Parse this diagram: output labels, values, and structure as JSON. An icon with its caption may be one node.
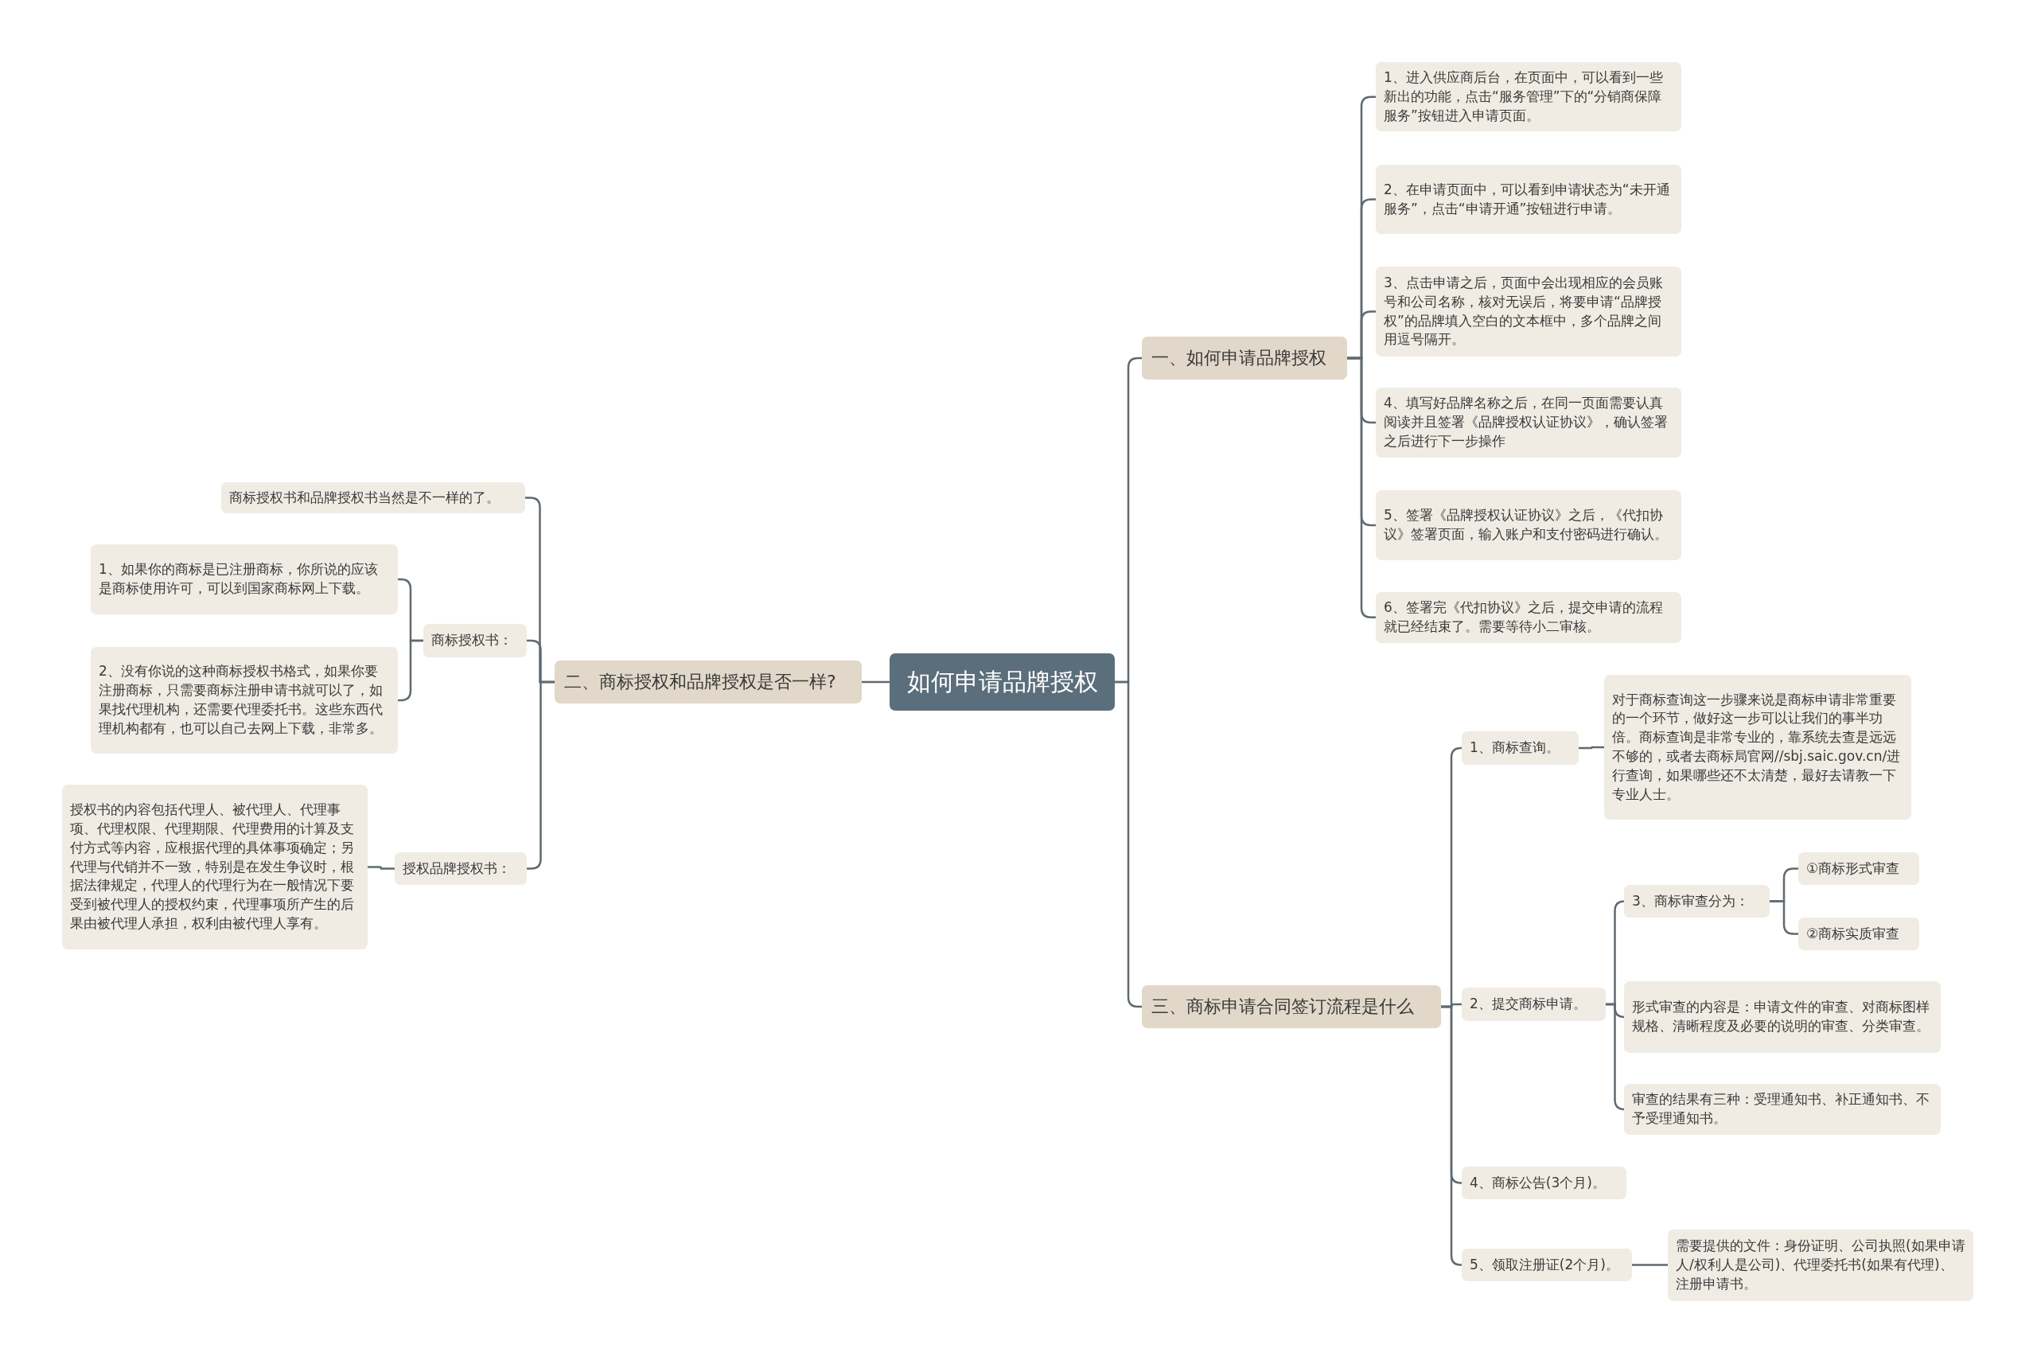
{
  "diagram": {
    "nodes": [
      {
        "text": [
          "如何申请品牌授权"
        ]
      },
      {
        "text": [
          "一、如何申请品牌授权"
        ]
      },
      {
        "text": [
          "1、进入供应商后台，在页面中，可以看到一些新出的功能，点击“服务管理”下的“分销商保障服务”按钮进入申请页面。"
        ]
      },
      {
        "text": [
          "2、在申请页面中，可以看到申请状态为“未开通服务”，点击“申请开通”按钮进行申请。"
        ]
      },
      {
        "text": [
          "3、点击申请之后，页面中会出现相应的会员账号和公司名称，核对无误后，将要申请“品牌授权”的品牌填入空白的文本框中，多个品牌之间用逗号隔开。"
        ]
      },
      {
        "text": [
          "4、填写好品牌名称之后，在同一页面需要认真阅读并且签署《品牌授权认证协议》，确认签署之后进行下一步操作"
        ]
      },
      {
        "text": [
          "5、签署《品牌授权认证协议》之后，《代扣协议》签署页面，输入账户和支付密码进行确认。"
        ]
      },
      {
        "text": [
          "6、签署完《代扣协议》之后，提交申请的流程就已经结束了。需要等待小二审核。"
        ]
      },
      {
        "text": [
          "二、商标授权和品牌授权是否一样?"
        ]
      },
      {
        "text": [
          "商标授权书和品牌授权书当然是不一样的了。"
        ]
      },
      {
        "text": [
          "商标授权书："
        ]
      },
      {
        "text": [
          "1、如果你的商标是已注册商标，你所说的应该是商标使用许可，可以到国家商标网上下载。"
        ]
      },
      {
        "text": [
          "2、没有你说的这种商标授权书格式，如果你要注册商标，只需要商标注册申请书就可以了，如果找代理机构，还需要代理委托书。这些东西代理机构都有，也可以自己去网上下载，非常多。"
        ]
      },
      {
        "text": [
          "授权品牌授权书："
        ]
      },
      {
        "text": [
          "授权书的内容包括代理人、被代理人、代理事项、代理权限、代理期限、代理费用的计算及支付方式等内容，应根据代理的具体事项确定；另代理与代销并不一致，特别是在发生争议时，根据法律规定，代理人的代理行为在一般情况下要受到被代理人的授权约束，代理事项所产生的后果由被代理人承担，权利由被代理人享有。"
        ]
      },
      {
        "text": [
          "三、商标申请合同签订流程是什么"
        ]
      },
      {
        "text": [
          "1、商标查询。"
        ]
      },
      {
        "text": [
          "对于商标查询这一步骤来说是商标申请非常重要的一个环节，做好这一步可以让我们的事半功倍。商标查询是非常专业的，靠系统去查是远远不够的，或者去商标局官网//sbj.saic.gov.cn/进行查询，如果哪些还不太清楚，最好去请教一下专业人士。"
        ]
      },
      {
        "text": [
          "2、提交商标申请。"
        ]
      },
      {
        "text": [
          "3、商标审查分为："
        ]
      },
      {
        "text": [
          "①商标形式审查"
        ]
      },
      {
        "text": [
          "②商标实质审查"
        ]
      },
      {
        "text": [
          "形式审查的内容是：申请文件的审查、对商标图样规格、清晰程度及必要的说明的审查、分类审查。"
        ]
      },
      {
        "text": [
          "审查的结果有三种：受理通知书、补正通知书、不予受理通知书。"
        ]
      },
      {
        "text": [
          "4、商标公告(3个月)。"
        ]
      },
      {
        "text": [
          "5、领取注册证(2个月)。"
        ]
      },
      {
        "text": [
          "需要提供的文件：身份证明、公司执照(如果申请人/权利人是公司)、代理委托书(如果有代理)、注册申请书。"
        ]
      }
    ],
    "edges": [
      {
        "from": 0,
        "to": 1,
        "arrow": "none"
      },
      {
        "from": 1,
        "to": 2,
        "arrow": "none"
      },
      {
        "from": 1,
        "to": 3,
        "arrow": "none"
      },
      {
        "from": 1,
        "to": 4,
        "arrow": "none"
      },
      {
        "from": 1,
        "to": 5,
        "arrow": "none"
      },
      {
        "from": 1,
        "to": 6,
        "arrow": "none"
      },
      {
        "from": 1,
        "to": 7,
        "arrow": "none"
      },
      {
        "from": 0,
        "to": 8,
        "arrow": "none"
      },
      {
        "from": 8,
        "to": 9,
        "arrow": "none"
      },
      {
        "from": 8,
        "to": 10,
        "arrow": "none"
      },
      {
        "from": 10,
        "to": 11,
        "arrow": "none"
      },
      {
        "from": 10,
        "to": 12,
        "arrow": "none"
      },
      {
        "from": 8,
        "to": 13,
        "arrow": "none"
      },
      {
        "from": 13,
        "to": 14,
        "arrow": "none"
      },
      {
        "from": 0,
        "to": 15,
        "arrow": "none"
      },
      {
        "from": 15,
        "to": 16,
        "arrow": "none"
      },
      {
        "from": 16,
        "to": 17,
        "arrow": "none"
      },
      {
        "from": 15,
        "to": 18,
        "arrow": "none"
      },
      {
        "from": 18,
        "to": 19,
        "arrow": "none"
      },
      {
        "from": 19,
        "to": 20,
        "arrow": "none"
      },
      {
        "from": 19,
        "to": 21,
        "arrow": "none"
      },
      {
        "from": 18,
        "to": 22,
        "arrow": "none"
      },
      {
        "from": 18,
        "to": 23,
        "arrow": "none"
      },
      {
        "from": 15,
        "to": 24,
        "arrow": "none"
      },
      {
        "from": 15,
        "to": 25,
        "arrow": "none"
      },
      {
        "from": 25,
        "to": 26,
        "arrow": "none"
      }
    ]
  }
}
